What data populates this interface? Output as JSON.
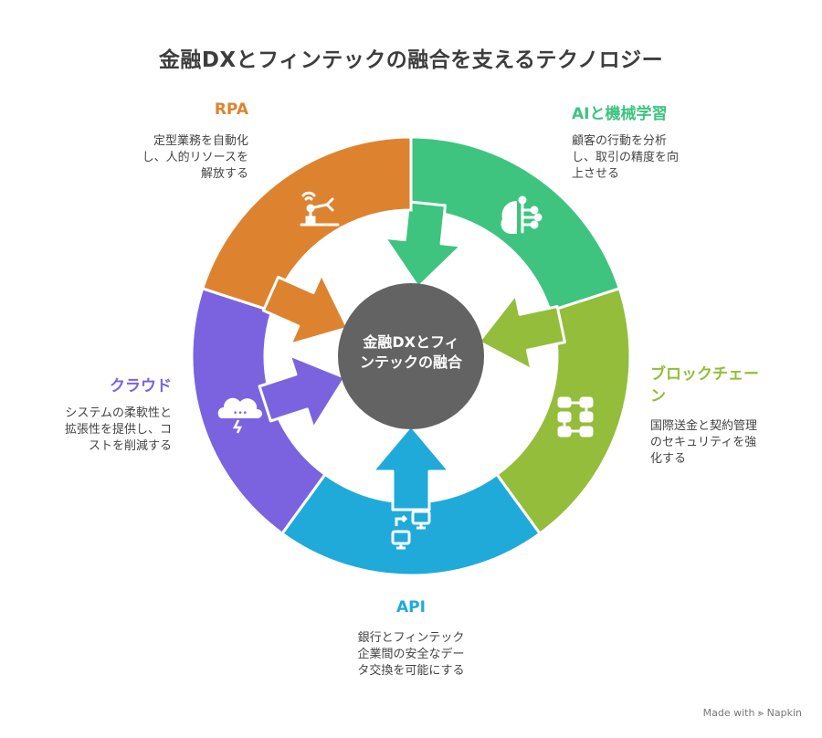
{
  "title": "金融DXとフィンテックの融合を支えるテクノロジー",
  "hub": {
    "label": "金融DXとフィ\nンテックの融合",
    "color": "#636363"
  },
  "segments": [
    {
      "key": "ai",
      "label": "AIと機械学習",
      "desc": "顧客の行動を分析\nし、取引の精度を向\n上させる",
      "color": "#3ec47f",
      "icon": "brain-circuit-icon"
    },
    {
      "key": "blockchain",
      "label": "ブロックチェー\nン",
      "desc": "国際送金と契約管理\nのセキュリティを強\n化する",
      "color": "#93bd3a",
      "icon": "blockchain-nodes-icon"
    },
    {
      "key": "api",
      "label": "API",
      "desc": "銀行とフィンテック\n企業間の安全なデー\nタ交換を可能にする",
      "color": "#1faad9",
      "icon": "computer-sync-icon"
    },
    {
      "key": "cloud",
      "label": "クラウド",
      "desc": "システムの柔軟性と\n拡張性を提供し、コ\nストを削減する",
      "color": "#7b63e0",
      "icon": "storm-cloud-icon"
    },
    {
      "key": "rpa",
      "label": "RPA",
      "desc": "定型業務を自動化\nし、人的リソースを\n解放する",
      "color": "#dd8330",
      "icon": "robot-arm-icon"
    }
  ],
  "footer": "Made with ⪢ Napkin"
}
